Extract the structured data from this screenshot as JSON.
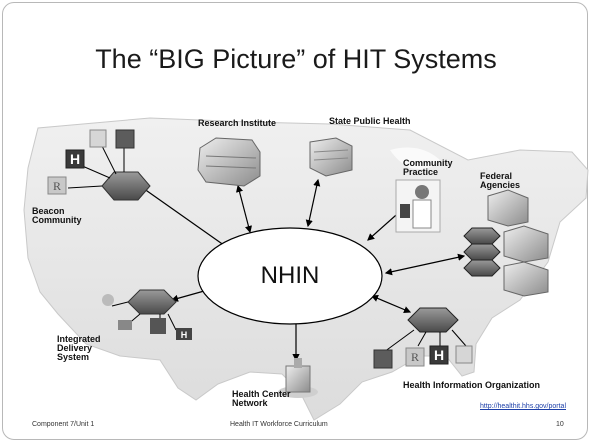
{
  "slide": {
    "title": "The “BIG Picture” of HIT Systems",
    "hub_label": "NHIN",
    "nodes": {
      "research_institute": "Research Institute",
      "state_public_health": "State Public Health",
      "community_practice": "Community Practice",
      "federal_agencies": "Federal Agencies",
      "beacon_community": "Beacon Community",
      "integrated_delivery_system": "Integrated Delivery System",
      "health_center_network": "Health Center Network",
      "health_information_organization": "Health Information Organization"
    },
    "icon_letters": {
      "hospital": "H",
      "prescription": "R"
    },
    "source_url": "http://healthit.hhs.gov/portal",
    "footer": {
      "left": "Component 7/Unit 1",
      "center": "Health IT Workforce Curriculum",
      "page_number": "10"
    }
  }
}
